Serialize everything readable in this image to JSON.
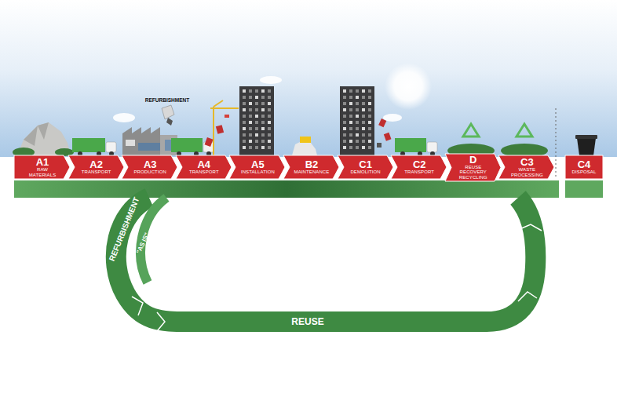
{
  "diagram": {
    "nodes": [
      {
        "text": [
          "A1",
          "RAW MATERIALS"
        ]
      },
      {
        "text": [
          "A2",
          "TRANSPORT"
        ]
      },
      {
        "text": [
          "A3",
          "PRODUCTION"
        ]
      },
      {
        "text": [
          "A4",
          "TRANSPORT"
        ]
      },
      {
        "text": [
          "A5",
          "INSTALLATION"
        ]
      },
      {
        "text": [
          "B2",
          "MAINTENANCE"
        ]
      },
      {
        "text": [
          "C1",
          "DEMOLITION"
        ]
      },
      {
        "text": [
          "C2",
          "TRANSPORT"
        ]
      },
      {
        "text": [
          "D",
          "REUSE RECOVERY RECYCLING"
        ]
      },
      {
        "text": [
          "C3",
          "WASTE PROCESSING"
        ]
      },
      {
        "text": [
          "C4",
          "DISPOSAL"
        ]
      }
    ],
    "labels": [
      "REFURBISHMENT",
      "REFURBISHMENT",
      "\"AS IS\"",
      "REUSE"
    ]
  }
}
